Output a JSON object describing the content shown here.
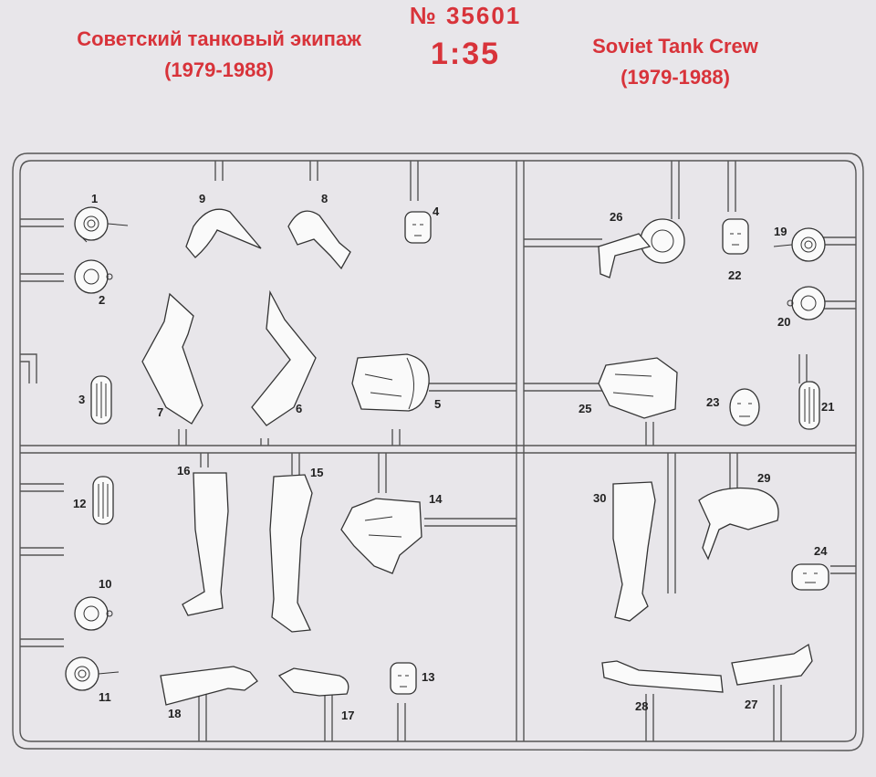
{
  "header": {
    "title_ru_line1": "Советский танковый экипаж",
    "title_ru_line2": "(1979-1988)",
    "catalog_number": "№ 35601",
    "scale": "1:35",
    "title_en_line1": "Soviet Tank Crew",
    "title_en_line2": "(1979-1988)"
  },
  "colors": {
    "header_red": "#d8333a",
    "paper": "#e8e6ea",
    "line": "#333333"
  },
  "parts": {
    "p1": "1",
    "p2": "2",
    "p3": "3",
    "p4": "4",
    "p5": "5",
    "p6": "6",
    "p7": "7",
    "p8": "8",
    "p9": "9",
    "p10": "10",
    "p11": "11",
    "p12": "12",
    "p13": "13",
    "p14": "14",
    "p15": "15",
    "p16": "16",
    "p17": "17",
    "p18": "18",
    "p19": "19",
    "p20": "20",
    "p21": "21",
    "p22": "22",
    "p23": "23",
    "p24": "24",
    "p25": "25",
    "p26": "26",
    "p27": "27",
    "p28": "28",
    "p29": "29",
    "p30": "30"
  }
}
